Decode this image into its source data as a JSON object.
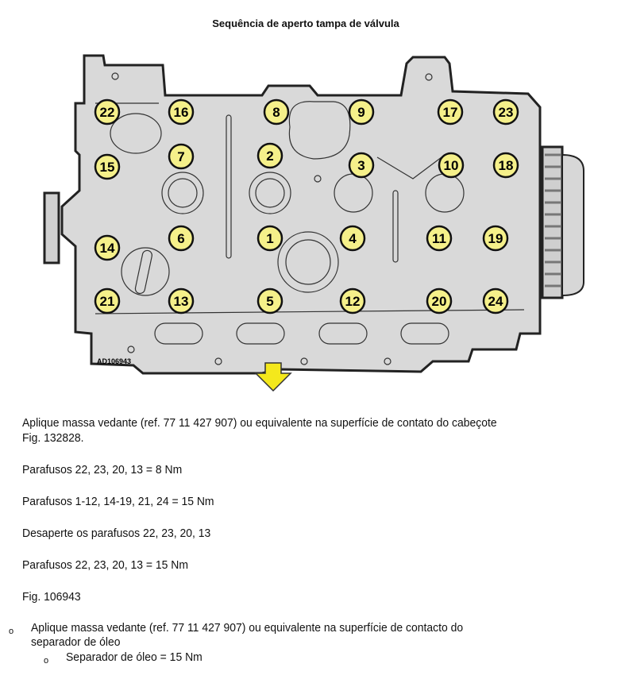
{
  "title": "Sequência de aperto tampa de válvula",
  "figure": {
    "code": "AD106943",
    "bolts": [
      "22",
      "16",
      "8",
      "9",
      "17",
      "23",
      "15",
      "7",
      "2",
      "3",
      "10",
      "18",
      "14",
      "6",
      "1",
      "4",
      "11",
      "19",
      "21",
      "13",
      "5",
      "12",
      "20",
      "24"
    ],
    "bolt_color": "#f5f08a",
    "arrow_color": "#f4e81c",
    "plate_color": "#d9d9d9"
  },
  "paragraphs": [
    "Aplique massa vedante (ref. 77 11 427 907) ou equivalente na superfície de contato do cabeçote",
    "Fig. 132828.",
    "Parafusos 22, 23, 20, 13 = 8 Nm",
    "Parafusos 1-12, 14-19, 21, 24 = 15 Nm",
    "Desaperte os parafusos 22, 23, 20, 13",
    "Parafusos 22, 23, 20, 13 = 15 Nm",
    "Fig. 106943"
  ],
  "list": {
    "bullet": "o",
    "item1_line1": "Aplique massa vedante (ref. 77 11 427 907) ou equivalente na superfície de contacto do",
    "item1_line2": "separador de óleo",
    "sub_item": "Separador de óleo = 15 Nm"
  }
}
